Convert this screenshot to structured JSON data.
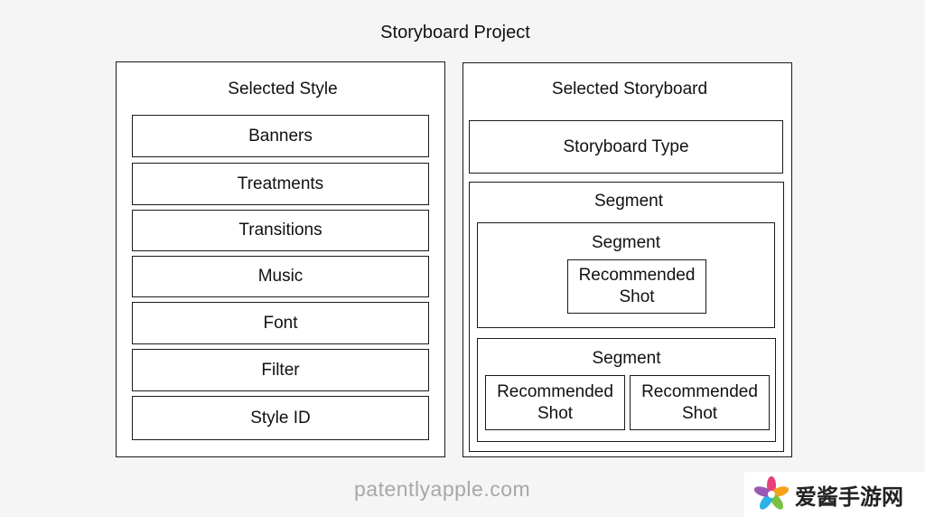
{
  "diagram": {
    "title": "Storyboard Project",
    "style_panel": {
      "title": "Selected Style",
      "items": [
        "Banners",
        "Treatments",
        "Transitions",
        "Music",
        "Font",
        "Filter",
        "Style ID"
      ]
    },
    "storyboard_panel": {
      "title": "Selected Storyboard",
      "type_label": "Storyboard Type",
      "segment": {
        "label": "Segment",
        "subsegments": [
          {
            "label": "Segment",
            "shots": [
              "Recommended Shot"
            ]
          },
          {
            "label": "Segment",
            "shots": [
              "Recommended Shot",
              "Recommended Shot"
            ]
          }
        ]
      }
    }
  },
  "watermark": "patentlyapple.com",
  "logo": {
    "text": "爱酱手游网",
    "colors": [
      "#e8407a",
      "#f7a21b",
      "#2bb3e6",
      "#7ac143",
      "#9b59b6"
    ]
  }
}
